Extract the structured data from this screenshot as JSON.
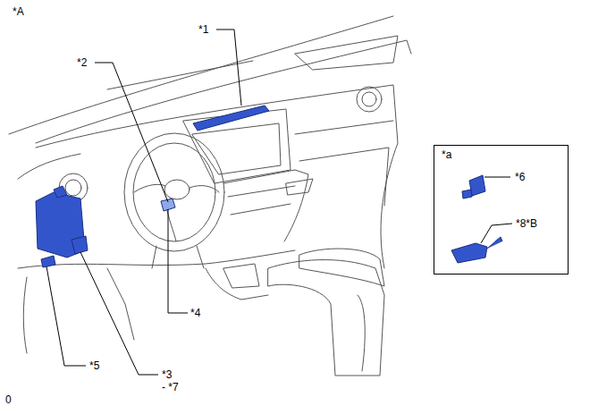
{
  "diagram": {
    "nodes": [
      {
        "text": [
          "*a"
        ]
      }
    ],
    "edges": [],
    "labels": [
      "*A",
      "*1",
      "*2",
      "*4",
      "*5",
      "*3",
      "- *7",
      "*6",
      "*8*B",
      "0"
    ]
  }
}
